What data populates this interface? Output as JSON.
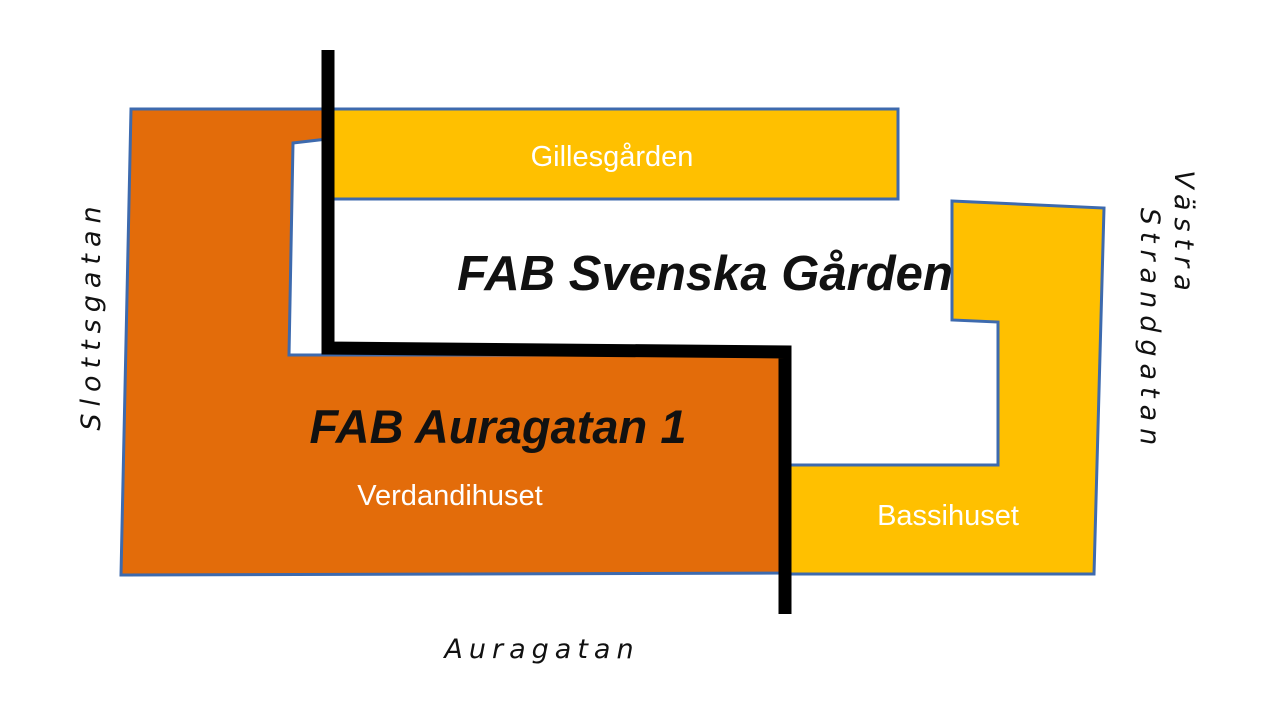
{
  "colors": {
    "auragatan_property_fill": "#E36C0A",
    "svenska_garden_property_fill": "#FFC000",
    "building_outline": "#3D6AAE",
    "boundary_line": "#000000",
    "building_label_text": "#FFFFFF",
    "text": "#111111",
    "background": "#FFFFFF"
  },
  "properties": {
    "fab_auragatan_1": {
      "name": "FAB Auragatan 1",
      "buildings": [
        "Verdandihuset"
      ]
    },
    "fab_svenska_garden": {
      "name": "FAB Svenska Gården",
      "buildings": [
        "Gillesgården",
        "Bassihuset"
      ]
    }
  },
  "buildings": {
    "gillesgarden": "Gillesgården",
    "verdandihuset": "Verdandihuset",
    "bassihuset": "Bassihuset"
  },
  "streets": {
    "slottsgatan": "Slottsgatan",
    "vastra_strandgatan_line1": "Västra",
    "vastra_strandgatan_line2": "Strandgatan",
    "auragatan": "Auragatan"
  }
}
